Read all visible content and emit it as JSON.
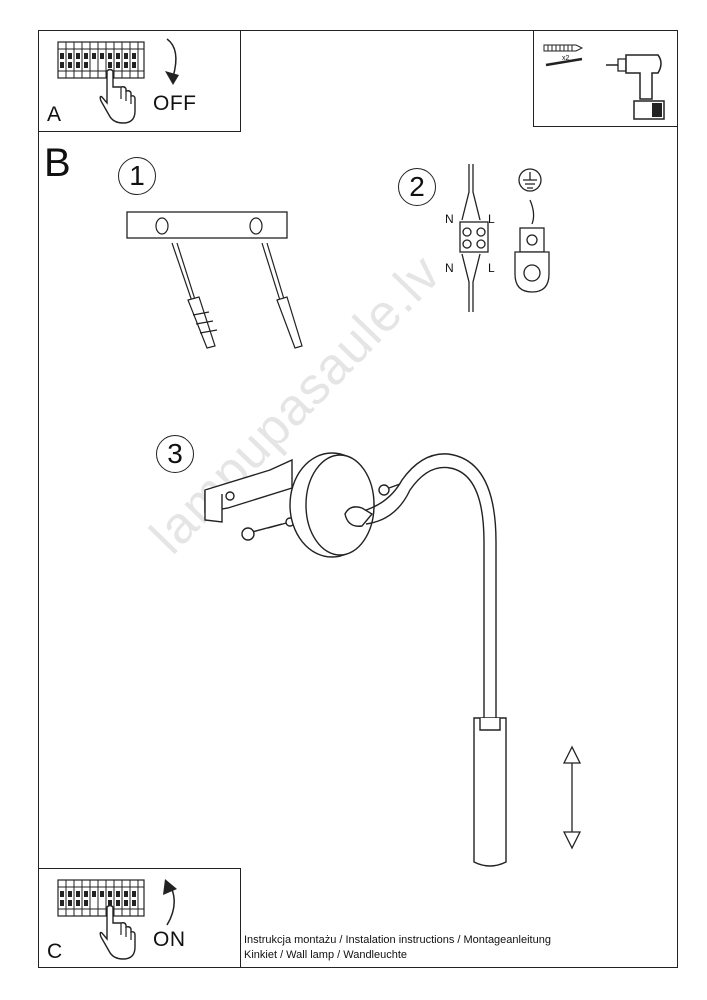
{
  "panels": {
    "a": {
      "label": "A",
      "state": "OFF"
    },
    "b": {
      "label": "B"
    },
    "c": {
      "label": "C",
      "state": "ON"
    }
  },
  "tools": {
    "anchors_count": "x2"
  },
  "steps": [
    {
      "number": "1"
    },
    {
      "number": "2",
      "wire_labels": {
        "neutral": "N",
        "live": "L"
      }
    },
    {
      "number": "3"
    }
  ],
  "watermark": "lampupasaule.lv",
  "footer": {
    "line1": "Instrukcja montażu / Instalation instructions / Montageanleitung",
    "line2": "Kinkiet  / Wall lamp / Wandleuchte"
  },
  "icons": [
    "fuse-box-icon",
    "hand-pointer-icon",
    "rotate-arrow-icon",
    "drill-icon",
    "wall-plug-icon",
    "terminal-block-icon",
    "earth-ground-icon",
    "screw-icon",
    "double-arrow-icon"
  ]
}
